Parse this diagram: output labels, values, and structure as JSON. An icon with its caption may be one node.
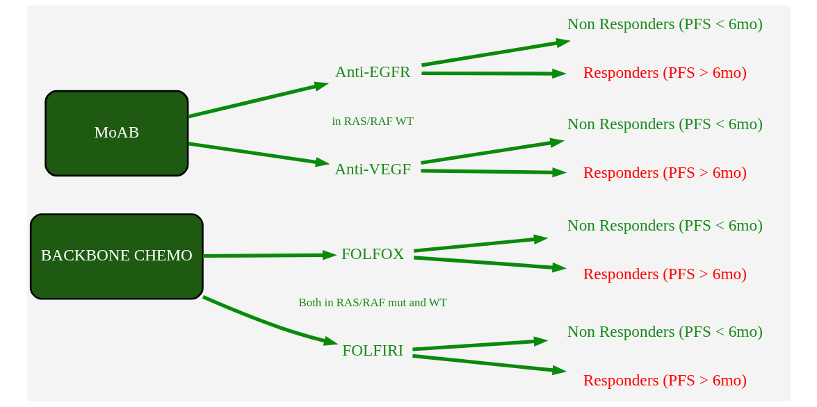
{
  "diagram": {
    "nodes": [
      {
        "text": [
          "BACKBONE CHEMO"
        ]
      },
      {
        "text": [
          "FOLFOX"
        ]
      },
      {
        "text": [
          "FOLFIRI"
        ]
      },
      {
        "text": [
          "Non Responders (PFS < 6mo)"
        ]
      },
      {
        "text": [
          "Responders (PFS > 6mo)"
        ]
      },
      {
        "text": [
          "Non Responders (PFS < 6mo)"
        ]
      },
      {
        "text": [
          "Responders (PFS > 6mo)"
        ]
      },
      {
        "text": [
          "MoAB"
        ]
      },
      {
        "text": [
          "Anti-EGFR"
        ]
      },
      {
        "text": [
          "Anti-VEGF"
        ]
      },
      {
        "text": [
          "Non Responders (PFS < 6mo)"
        ]
      },
      {
        "text": [
          "Responders (PFS > 6mo)"
        ]
      },
      {
        "text": [
          "Non Responders (PFS < 6mo)"
        ]
      },
      {
        "text": [
          "Responders (PFS > 6mo)"
        ]
      }
    ],
    "edges": [
      {
        "from": 0,
        "to": 1,
        "arrow": "to"
      },
      {
        "from": 0,
        "to": 2,
        "arrow": "to"
      },
      {
        "from": 1,
        "to": 3,
        "arrow": "to"
      },
      {
        "from": 1,
        "to": 4,
        "arrow": "to"
      },
      {
        "from": 2,
        "to": 5,
        "arrow": "to"
      },
      {
        "from": 2,
        "to": 6,
        "arrow": "to"
      },
      {
        "from": 7,
        "to": 8,
        "arrow": "to"
      },
      {
        "from": 7,
        "to": 9,
        "arrow": "to"
      },
      {
        "from": 8,
        "to": 10,
        "arrow": "to"
      },
      {
        "from": 8,
        "to": 11,
        "arrow": "to"
      },
      {
        "from": 9,
        "to": 12,
        "arrow": "to"
      },
      {
        "from": 9,
        "to": 13,
        "arrow": "to"
      }
    ],
    "labels": [
      "Both in RAS/RAF mut and WT",
      "in RAS/RAF WT"
    ]
  }
}
